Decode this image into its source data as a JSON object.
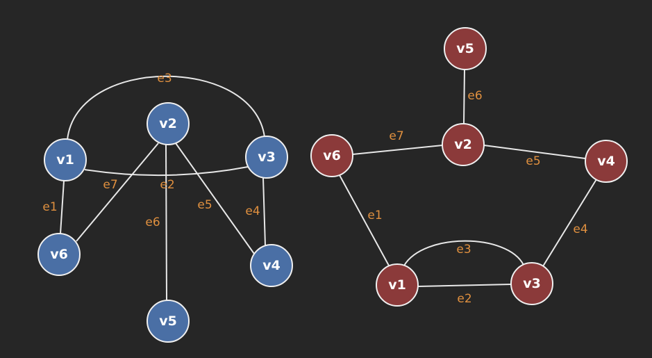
{
  "colors": {
    "background": "#262626",
    "left_node": "#4a6fa5",
    "right_node": "#8b3a3a",
    "edge_label": "#e0903f",
    "edge": "#e8e8e8"
  },
  "left_graph": {
    "nodes": [
      "v1",
      "v2",
      "v3",
      "v4",
      "v5",
      "v6"
    ],
    "edges": [
      {
        "label": "e1",
        "from": "v1",
        "to": "v6"
      },
      {
        "label": "e2",
        "from": "v1",
        "to": "v3"
      },
      {
        "label": "e3",
        "from": "v1",
        "to": "v3"
      },
      {
        "label": "e4",
        "from": "v3",
        "to": "v4"
      },
      {
        "label": "e5",
        "from": "v2",
        "to": "v4"
      },
      {
        "label": "e6",
        "from": "v2",
        "to": "v5"
      },
      {
        "label": "e7",
        "from": "v2",
        "to": "v6"
      }
    ]
  },
  "right_graph": {
    "nodes": [
      "v1",
      "v2",
      "v3",
      "v4",
      "v5",
      "v6"
    ],
    "edges": [
      {
        "label": "e1",
        "from": "v6",
        "to": "v1"
      },
      {
        "label": "e2",
        "from": "v1",
        "to": "v3"
      },
      {
        "label": "e3",
        "from": "v1",
        "to": "v3"
      },
      {
        "label": "e4",
        "from": "v4",
        "to": "v3"
      },
      {
        "label": "e5",
        "from": "v2",
        "to": "v4"
      },
      {
        "label": "e6",
        "from": "v5",
        "to": "v2"
      },
      {
        "label": "e7",
        "from": "v6",
        "to": "v2"
      }
    ]
  }
}
